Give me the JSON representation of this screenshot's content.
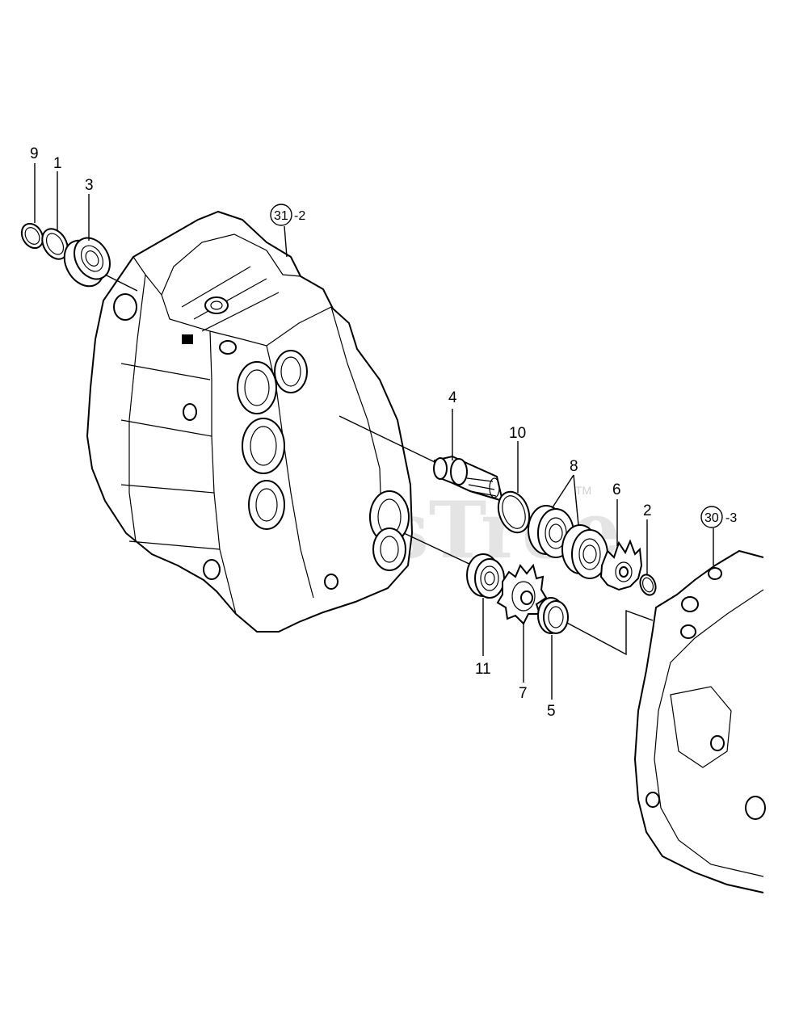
{
  "diagram": {
    "watermark": "PartsTree",
    "watermark_tm": "TM",
    "labels": {
      "p9": "9",
      "p1": "1",
      "p3": "3",
      "p4": "4",
      "p10": "10",
      "p8": "8",
      "p6": "6",
      "p2": "2",
      "p11": "11",
      "p7": "7",
      "p5": "5"
    },
    "refs": {
      "left_circle": "31",
      "left_suffix": "-2",
      "right_circle": "30",
      "right_suffix": "-3"
    }
  }
}
